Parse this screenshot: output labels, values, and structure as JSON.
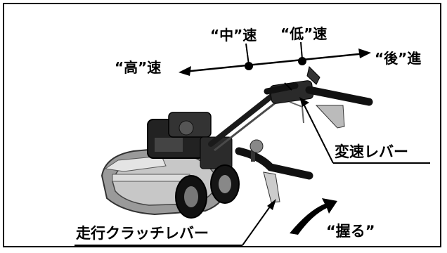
{
  "labels": {
    "high_speed": "“高”速",
    "mid_speed": "“中”速",
    "low_speed": "“低”速",
    "reverse": "“後”進",
    "shift_lever": "変速レバー",
    "travel_clutch_lever": "走行クラッチレバー",
    "grip_action": "“握る”"
  }
}
